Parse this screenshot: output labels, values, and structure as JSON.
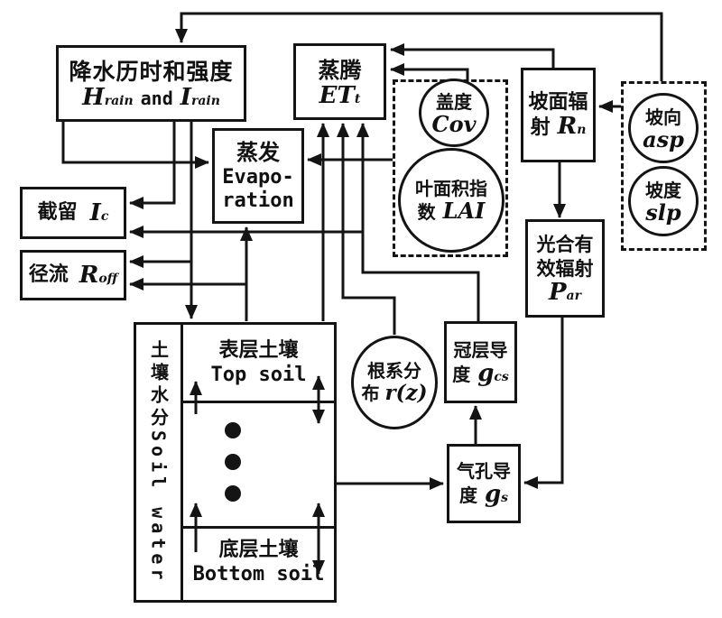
{
  "colors": {
    "ink": "#141414",
    "paper": "#ffffff"
  },
  "nodes": {
    "precipitation": {
      "label_cn": "降水历时和强度",
      "var1": "H",
      "sub1": "rain",
      "conj": "and",
      "var2": "I",
      "sub2": "rain"
    },
    "transpiration": {
      "label_cn": "蒸腾",
      "var": "ET",
      "sub": "t"
    },
    "evaporation": {
      "label_cn": "蒸发",
      "label_en_1": "Evapo-",
      "label_en_2": "ration"
    },
    "interception": {
      "label_cn": "截留",
      "var": "I",
      "sub": "c"
    },
    "runoff": {
      "label_cn": "径流",
      "var": "R",
      "sub": "off"
    },
    "coverage": {
      "label_cn": "盖度",
      "var": "Cov"
    },
    "leaf_area_index": {
      "label_cn_1": "叶面积指",
      "label_cn_2": "数",
      "var": "LAI"
    },
    "slope_radiation": {
      "label_cn_1": "坡面辐",
      "label_cn_2": "射",
      "var": "R",
      "sub": "n"
    },
    "aspect": {
      "label_cn": "坡向",
      "var": "asp"
    },
    "slope": {
      "label_cn": "坡度",
      "var": "slp"
    },
    "par": {
      "label_cn_1": "光合有",
      "label_cn_2": "效辐射",
      "var": "P",
      "sub": "ar"
    },
    "canopy_conductance": {
      "label_cn_1": "冠层导",
      "label_cn_2": "度",
      "var": "g",
      "sub": "cs"
    },
    "stomatal_conductance": {
      "label_cn_1": "气孔导",
      "label_cn_2": "度",
      "var": "g",
      "sub": "s"
    },
    "root_distribution": {
      "label_cn_1": "根系分",
      "label_cn_2": "布",
      "var": "r(z)"
    },
    "soil_water": {
      "label_cn": "土壤水分",
      "label_en": "Soil water"
    },
    "top_soil": {
      "label_cn": "表层土壤",
      "label_en": "Top soil"
    },
    "bottom_soil": {
      "label_cn": "底层土壤",
      "label_en": "Bottom soil"
    }
  },
  "edges": [
    {
      "from": "terrain_group",
      "to": "precipitation"
    },
    {
      "from": "slope_radiation",
      "to": "transpiration"
    },
    {
      "from": "vegetation_group",
      "to": "transpiration"
    },
    {
      "from": "vegetation_group",
      "to": "evaporation"
    },
    {
      "from": "terrain_group",
      "to": "slope_radiation"
    },
    {
      "from": "slope_radiation",
      "to": "par"
    },
    {
      "from": "par",
      "to": "stomatal_conductance"
    },
    {
      "from": "stomatal_conductance",
      "to": "canopy_conductance"
    },
    {
      "from": "canopy_conductance",
      "to": "transpiration"
    },
    {
      "from": "canopy_conductance",
      "to": "interception"
    },
    {
      "from": "root_distribution",
      "to": "transpiration"
    },
    {
      "from": "soil_water",
      "to": "transpiration"
    },
    {
      "from": "precipitation",
      "to": "evaporation"
    },
    {
      "from": "precipitation",
      "to": "interception"
    },
    {
      "from": "precipitation",
      "to": "runoff"
    },
    {
      "from": "precipitation",
      "to": "soil_water"
    },
    {
      "from": "soil_water",
      "to": "evaporation"
    },
    {
      "from": "soil_water",
      "to": "runoff"
    },
    {
      "from": "soil_water",
      "to": "stomatal_conductance"
    }
  ]
}
